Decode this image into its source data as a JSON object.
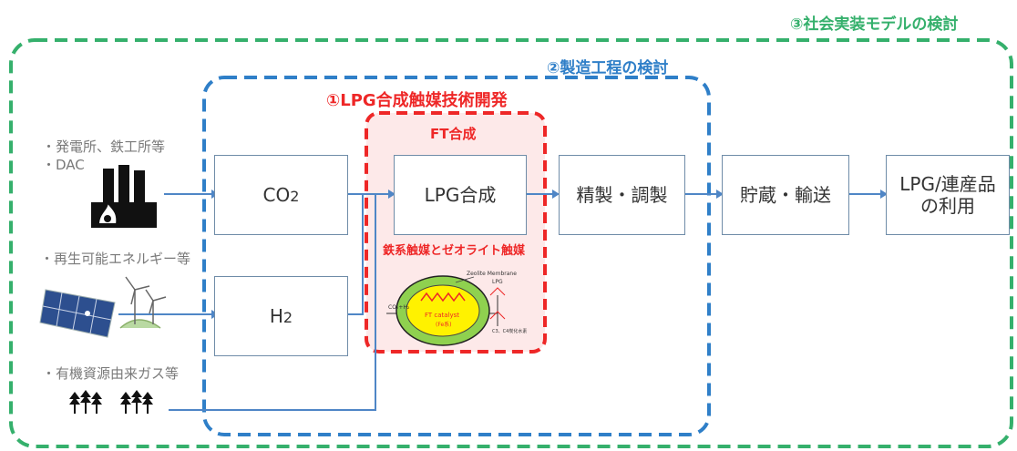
{
  "labels": {
    "social_model": "③社会実装モデルの検討",
    "manufacturing": "②製造工程の検討",
    "catalyst_dev": "①LPG合成触媒技術開発",
    "ft_synthesis": "FT合成",
    "catalyst_types": "鉄系触媒とゼオライト触媒"
  },
  "sources": {
    "s1_line1": "・発電所、鉄工所等",
    "s1_line2": "・DAC",
    "s2": "・再生可能エネルギー等",
    "s3": "・有機資源由来ガス等"
  },
  "process": {
    "co2_main": "CO",
    "co2_sub": "2",
    "h2_main": "H",
    "h2_sub": "2",
    "lpg_synthesis": "LPG合成",
    "refining": "精製・調製",
    "storage": "貯蔵・輸送",
    "use_line1": "LPG/連産品",
    "use_line2": "の利用"
  },
  "catalyst_figure": {
    "membrane": "Zeolite Membrane",
    "input": "CO₂+H₂",
    "catalyst": "FT catalyst",
    "catalyst_sub": "(Fe系)",
    "lpg": "LPG",
    "byproduct": "C3、C4炭化水素"
  },
  "colors": {
    "green": "#35b06c",
    "blue": "#2f7fc8",
    "red": "#ee2727",
    "arrow": "#4f86c6",
    "box_border": "#6f8ca8"
  }
}
